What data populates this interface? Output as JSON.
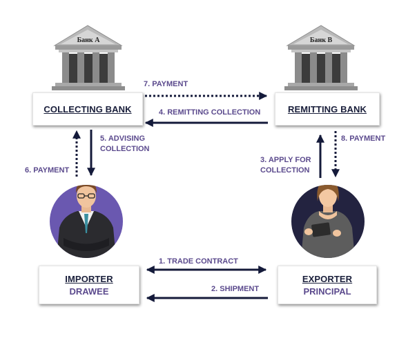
{
  "banks": {
    "a": {
      "sign": "Банк А"
    },
    "b": {
      "sign": "Банк В"
    }
  },
  "nodes": {
    "collecting_bank": {
      "title": "COLLECTING BANK"
    },
    "remitting_bank": {
      "title": "REMITTING BANK"
    },
    "importer": {
      "title": "IMPORTER",
      "subtitle": "DRAWEE"
    },
    "exporter": {
      "title": "EXPORTER",
      "subtitle": "PRINCIPAL"
    }
  },
  "flows": {
    "trade_contract": "1. TRADE CONTRACT",
    "shipment": "2. SHIPMENT",
    "apply_for_collection": "3. APPLY FOR\nCOLLECTION",
    "remitting_collection": "4. REMITTING COLLECTION",
    "advising_collection": "5. ADVISING\nCOLLECTION",
    "payment_importer": "6. PAYMENT",
    "payment_banks": "7. PAYMENT",
    "payment_exporter": "8. PAYMENT"
  },
  "colors": {
    "arrow": "#141a3a",
    "label": "#5b4a8d",
    "box_title": "#1a1f3b",
    "importer_circle": "#6a58b0",
    "exporter_circle": "#232340"
  }
}
